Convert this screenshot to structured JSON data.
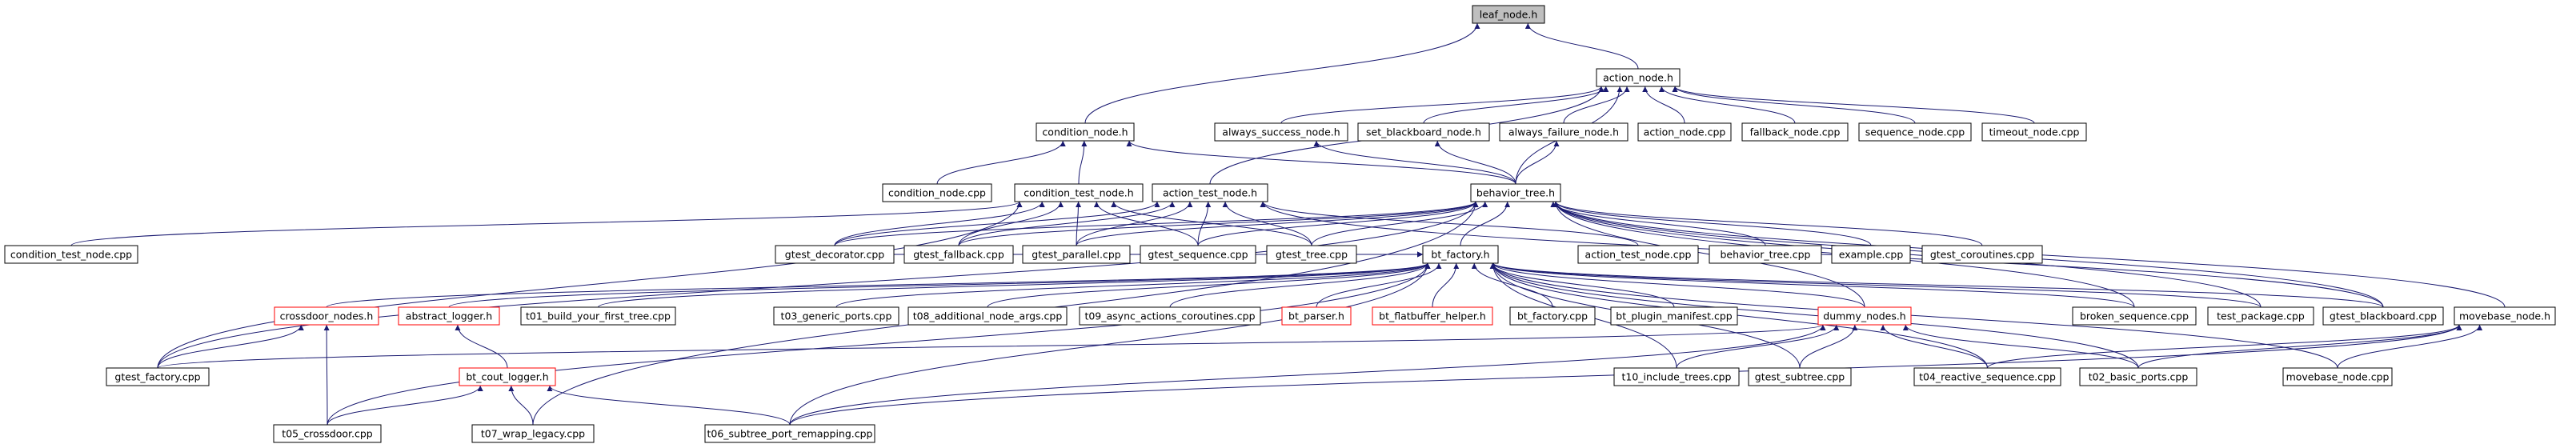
{
  "graph": {
    "colors": {
      "edge": "#191970",
      "root_fill": "#bfbfbf",
      "node_border": "#000000",
      "truncated_border": "#ff0000"
    },
    "nodes": [
      {
        "id": "leaf_node_h",
        "label": "leaf_node.h",
        "root": true
      },
      {
        "id": "action_node_h",
        "label": "action_node.h"
      },
      {
        "id": "condition_node_h",
        "label": "condition_node.h"
      },
      {
        "id": "always_success_node_h",
        "label": "always_success_node.h"
      },
      {
        "id": "set_blackboard_node_h",
        "label": "set_blackboard_node.h"
      },
      {
        "id": "always_failure_node_h",
        "label": "always_failure_node.h"
      },
      {
        "id": "action_node_cpp",
        "label": "action_node.cpp"
      },
      {
        "id": "fallback_node_cpp",
        "label": "fallback_node.cpp"
      },
      {
        "id": "sequence_node_cpp",
        "label": "sequence_node.cpp"
      },
      {
        "id": "timeout_node_cpp",
        "label": "timeout_node.cpp"
      },
      {
        "id": "condition_node_cpp",
        "label": "condition_node.cpp"
      },
      {
        "id": "condition_test_node_h",
        "label": "condition_test_node.h"
      },
      {
        "id": "action_test_node_h",
        "label": "action_test_node.h"
      },
      {
        "id": "behavior_tree_h",
        "label": "behavior_tree.h"
      },
      {
        "id": "condition_test_node_cpp",
        "label": "condition_test_node.cpp"
      },
      {
        "id": "gtest_decorator_cpp",
        "label": "gtest_decorator.cpp"
      },
      {
        "id": "gtest_fallback_cpp",
        "label": "gtest_fallback.cpp"
      },
      {
        "id": "gtest_parallel_cpp",
        "label": "gtest_parallel.cpp"
      },
      {
        "id": "gtest_sequence_cpp",
        "label": "gtest_sequence.cpp"
      },
      {
        "id": "gtest_tree_cpp",
        "label": "gtest_tree.cpp"
      },
      {
        "id": "bt_factory_h",
        "label": "bt_factory.h"
      },
      {
        "id": "action_test_node_cpp",
        "label": "action_test_node.cpp"
      },
      {
        "id": "behavior_tree_cpp",
        "label": "behavior_tree.cpp"
      },
      {
        "id": "example_cpp",
        "label": "example.cpp"
      },
      {
        "id": "gtest_coroutines_cpp",
        "label": "gtest_coroutines.cpp"
      },
      {
        "id": "crossdoor_nodes_h",
        "label": "crossdoor_nodes.h",
        "truncated": true
      },
      {
        "id": "abstract_logger_h",
        "label": "abstract_logger.h",
        "truncated": true
      },
      {
        "id": "t01_build_your_first_tree_cpp",
        "label": "t01_build_your_first_tree.cpp"
      },
      {
        "id": "t03_generic_ports_cpp",
        "label": "t03_generic_ports.cpp"
      },
      {
        "id": "t08_additional_node_args_cpp",
        "label": "t08_additional_node_args.cpp"
      },
      {
        "id": "t09_async_actions_coroutines_cpp",
        "label": "t09_async_actions_coroutines.cpp"
      },
      {
        "id": "bt_parser_h",
        "label": "bt_parser.h",
        "truncated": true
      },
      {
        "id": "bt_flatbuffer_helper_h",
        "label": "bt_flatbuffer_helper.h",
        "truncated": true
      },
      {
        "id": "bt_factory_cpp",
        "label": "bt_factory.cpp"
      },
      {
        "id": "bt_plugin_manifest_cpp",
        "label": "bt_plugin_manifest.cpp"
      },
      {
        "id": "dummy_nodes_h",
        "label": "dummy_nodes.h",
        "truncated": true
      },
      {
        "id": "broken_sequence_cpp",
        "label": "broken_sequence.cpp"
      },
      {
        "id": "test_package_cpp",
        "label": "test_package.cpp"
      },
      {
        "id": "gtest_blackboard_cpp",
        "label": "gtest_blackboard.cpp"
      },
      {
        "id": "movebase_node_h",
        "label": "movebase_node.h"
      },
      {
        "id": "gtest_factory_cpp",
        "label": "gtest_factory.cpp"
      },
      {
        "id": "bt_cout_logger_h",
        "label": "bt_cout_logger.h",
        "truncated": true
      },
      {
        "id": "t10_include_trees_cpp",
        "label": "t10_include_trees.cpp"
      },
      {
        "id": "gtest_subtree_cpp",
        "label": "gtest_subtree.cpp"
      },
      {
        "id": "t04_reactive_sequence_cpp",
        "label": "t04_reactive_sequence.cpp"
      },
      {
        "id": "t02_basic_ports_cpp",
        "label": "t02_basic_ports.cpp"
      },
      {
        "id": "movebase_node_cpp",
        "label": "movebase_node.cpp"
      },
      {
        "id": "t05_crossdoor_cpp",
        "label": "t05_crossdoor.cpp"
      },
      {
        "id": "t07_wrap_legacy_cpp",
        "label": "t07_wrap_legacy.cpp"
      },
      {
        "id": "t06_subtree_port_remapping_cpp",
        "label": "t06_subtree_port_remapping.cpp"
      }
    ],
    "edges": [
      [
        "action_node_h",
        "leaf_node_h"
      ],
      [
        "condition_node_h",
        "leaf_node_h"
      ],
      [
        "always_success_node_h",
        "action_node_h"
      ],
      [
        "set_blackboard_node_h",
        "action_node_h"
      ],
      [
        "always_failure_node_h",
        "action_node_h"
      ],
      [
        "action_node_cpp",
        "action_node_h"
      ],
      [
        "fallback_node_cpp",
        "action_node_h"
      ],
      [
        "sequence_node_cpp",
        "action_node_h"
      ],
      [
        "timeout_node_cpp",
        "action_node_h"
      ],
      [
        "action_test_node_h",
        "action_node_h"
      ],
      [
        "behavior_tree_h",
        "action_node_h"
      ],
      [
        "condition_node_cpp",
        "condition_node_h"
      ],
      [
        "condition_test_node_h",
        "condition_node_h"
      ],
      [
        "behavior_tree_h",
        "condition_node_h"
      ],
      [
        "behavior_tree_h",
        "always_success_node_h"
      ],
      [
        "behavior_tree_h",
        "set_blackboard_node_h"
      ],
      [
        "behavior_tree_h",
        "always_failure_node_h"
      ],
      [
        "condition_test_node_cpp",
        "condition_test_node_h"
      ],
      [
        "gtest_decorator_cpp",
        "condition_test_node_h"
      ],
      [
        "gtest_fallback_cpp",
        "condition_test_node_h"
      ],
      [
        "gtest_parallel_cpp",
        "condition_test_node_h"
      ],
      [
        "gtest_sequence_cpp",
        "condition_test_node_h"
      ],
      [
        "gtest_tree_cpp",
        "condition_test_node_h"
      ],
      [
        "gtest_factory_cpp",
        "condition_test_node_h"
      ],
      [
        "action_test_node_cpp",
        "action_test_node_h"
      ],
      [
        "gtest_decorator_cpp",
        "action_test_node_h"
      ],
      [
        "gtest_fallback_cpp",
        "action_test_node_h"
      ],
      [
        "gtest_parallel_cpp",
        "action_test_node_h"
      ],
      [
        "gtest_sequence_cpp",
        "action_test_node_h"
      ],
      [
        "gtest_tree_cpp",
        "action_test_node_h"
      ],
      [
        "gtest_blackboard_cpp",
        "action_test_node_h"
      ],
      [
        "bt_factory_h",
        "behavior_tree_h"
      ],
      [
        "behavior_tree_cpp",
        "behavior_tree_h"
      ],
      [
        "example_cpp",
        "behavior_tree_h"
      ],
      [
        "gtest_coroutines_cpp",
        "behavior_tree_h"
      ],
      [
        "gtest_decorator_cpp",
        "behavior_tree_h"
      ],
      [
        "gtest_fallback_cpp",
        "behavior_tree_h"
      ],
      [
        "gtest_parallel_cpp",
        "behavior_tree_h"
      ],
      [
        "gtest_sequence_cpp",
        "behavior_tree_h"
      ],
      [
        "gtest_tree_cpp",
        "behavior_tree_h"
      ],
      [
        "broken_sequence_cpp",
        "behavior_tree_h"
      ],
      [
        "test_package_cpp",
        "behavior_tree_h"
      ],
      [
        "gtest_blackboard_cpp",
        "behavior_tree_h"
      ],
      [
        "movebase_node_h",
        "behavior_tree_h"
      ],
      [
        "dummy_nodes_h",
        "behavior_tree_h"
      ],
      [
        "gtest_factory_cpp",
        "behavior_tree_h"
      ],
      [
        "t07_wrap_legacy_cpp",
        "behavior_tree_h"
      ],
      [
        "crossdoor_nodes_h",
        "bt_factory_h"
      ],
      [
        "abstract_logger_h",
        "bt_factory_h"
      ],
      [
        "t01_build_your_first_tree_cpp",
        "bt_factory_h"
      ],
      [
        "t03_generic_ports_cpp",
        "bt_factory_h"
      ],
      [
        "t08_additional_node_args_cpp",
        "bt_factory_h"
      ],
      [
        "t09_async_actions_coroutines_cpp",
        "bt_factory_h"
      ],
      [
        "bt_parser_h",
        "bt_factory_h"
      ],
      [
        "bt_flatbuffer_helper_h",
        "bt_factory_h"
      ],
      [
        "bt_factory_cpp",
        "bt_factory_h"
      ],
      [
        "bt_plugin_manifest_cpp",
        "bt_factory_h"
      ],
      [
        "dummy_nodes_h",
        "bt_factory_h"
      ],
      [
        "broken_sequence_cpp",
        "bt_factory_h"
      ],
      [
        "test_package_cpp",
        "bt_factory_h"
      ],
      [
        "gtest_blackboard_cpp",
        "bt_factory_h"
      ],
      [
        "gtest_subtree_cpp",
        "bt_factory_h"
      ],
      [
        "t10_include_trees_cpp",
        "bt_factory_h"
      ],
      [
        "t04_reactive_sequence_cpp",
        "bt_factory_h"
      ],
      [
        "t02_basic_ports_cpp",
        "bt_factory_h"
      ],
      [
        "movebase_node_cpp",
        "bt_factory_h"
      ],
      [
        "t06_subtree_port_remapping_cpp",
        "bt_factory_h"
      ],
      [
        "t05_crossdoor_cpp",
        "bt_factory_h"
      ],
      [
        "gtest_fallback_cpp",
        "bt_factory_h"
      ],
      [
        "gtest_sequence_cpp",
        "bt_factory_h"
      ],
      [
        "gtest_tree_cpp",
        "bt_factory_h"
      ],
      [
        "gtest_decorator_cpp",
        "bt_factory_h"
      ],
      [
        "gtest_factory_cpp",
        "crossdoor_nodes_h"
      ],
      [
        "t05_crossdoor_cpp",
        "crossdoor_nodes_h"
      ],
      [
        "bt_cout_logger_h",
        "abstract_logger_h"
      ],
      [
        "t05_crossdoor_cpp",
        "bt_cout_logger_h"
      ],
      [
        "t07_wrap_legacy_cpp",
        "bt_cout_logger_h"
      ],
      [
        "t06_subtree_port_remapping_cpp",
        "bt_cout_logger_h"
      ],
      [
        "gtest_factory_cpp",
        "dummy_nodes_h"
      ],
      [
        "t10_include_trees_cpp",
        "dummy_nodes_h"
      ],
      [
        "gtest_subtree_cpp",
        "dummy_nodes_h"
      ],
      [
        "t04_reactive_sequence_cpp",
        "dummy_nodes_h"
      ],
      [
        "t02_basic_ports_cpp",
        "dummy_nodes_h"
      ],
      [
        "t06_subtree_port_remapping_cpp",
        "dummy_nodes_h"
      ],
      [
        "t04_reactive_sequence_cpp",
        "movebase_node_h"
      ],
      [
        "t02_basic_ports_cpp",
        "movebase_node_h"
      ],
      [
        "movebase_node_cpp",
        "movebase_node_h"
      ],
      [
        "t06_subtree_port_remapping_cpp",
        "movebase_node_h"
      ]
    ]
  }
}
